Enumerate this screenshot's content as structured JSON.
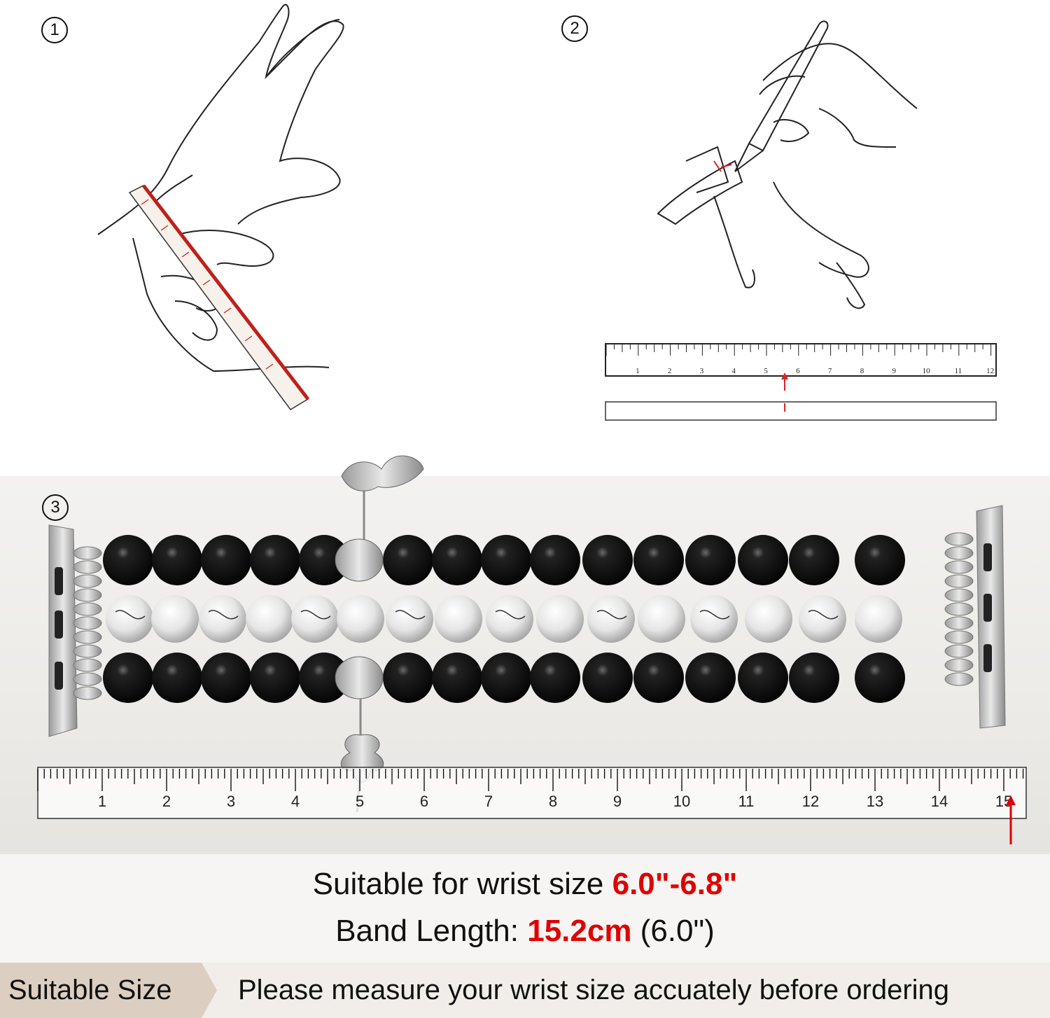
{
  "steps": {
    "step1_label": "1",
    "step2_label": "2",
    "step3_label": "3"
  },
  "small_ruler": {
    "ticks": [
      "1",
      "2",
      "3",
      "4",
      "5",
      "6",
      "7",
      "8",
      "9",
      "10",
      "11",
      "12"
    ]
  },
  "large_ruler": {
    "ticks": [
      "1",
      "2",
      "3",
      "4",
      "5",
      "6",
      "7",
      "8",
      "9",
      "10",
      "11",
      "12",
      "13",
      "14",
      "15"
    ]
  },
  "info": {
    "suitable_prefix": "Suitable for wrist size ",
    "suitable_value": "6.0\"-6.8\"",
    "band_prefix": "Band Length: ",
    "band_value": "15.2cm",
    "band_suffix": " (6.0\")"
  },
  "footer": {
    "tag": "Suitable Size",
    "message": "Please measure your wrist size accuately before ordering"
  },
  "colors": {
    "accent_red": "#e00000",
    "tag_bg": "#dccfc2"
  }
}
